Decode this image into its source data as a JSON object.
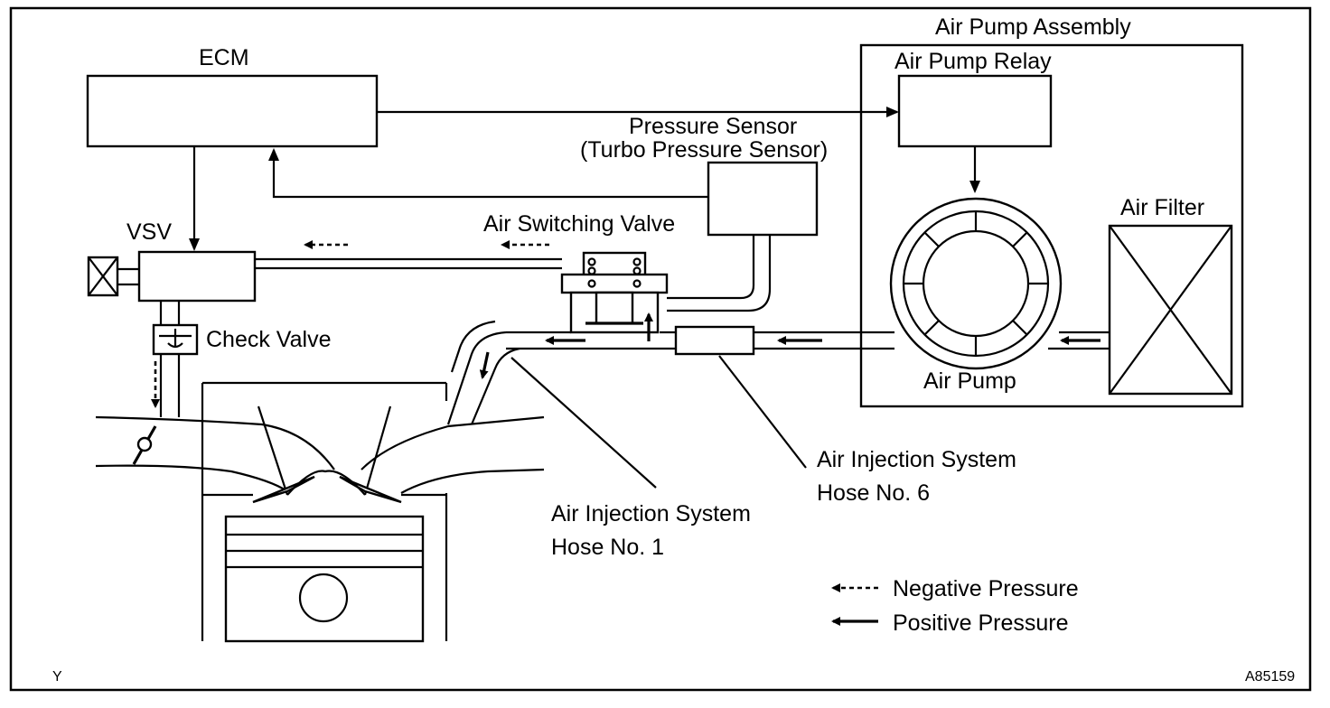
{
  "labels": {
    "air_pump_assembly": "Air Pump Assembly",
    "ecm": "ECM",
    "air_pump_relay": "Air Pump Relay",
    "pressure_sensor_line1": "Pressure Sensor",
    "pressure_sensor_line2": "(Turbo Pressure Sensor)",
    "air_filter": "Air Filter",
    "vsv": "VSV",
    "air_switching_valve": "Air Switching Valve",
    "check_valve": "Check Valve",
    "air_pump": "Air Pump",
    "hose6_line1": "Air Injection System",
    "hose6_line2": "Hose No. 6",
    "hose1_line1": "Air Injection System",
    "hose1_line2": "Hose No. 1"
  },
  "legend": {
    "negative": "Negative Pressure",
    "positive": "Positive Pressure"
  },
  "corner": {
    "left": "Y",
    "right": "A85159"
  },
  "colors": {
    "line": "#000000",
    "background": "#ffffff"
  }
}
